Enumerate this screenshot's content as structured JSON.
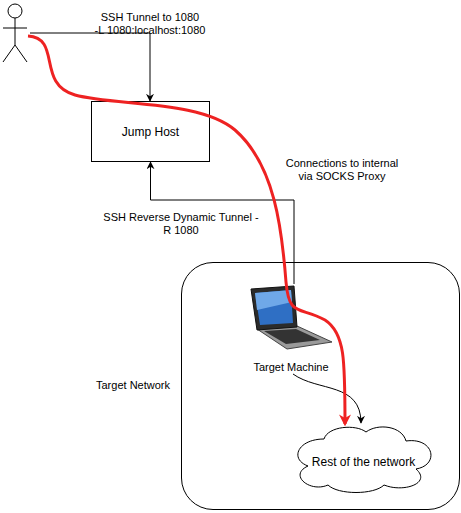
{
  "diagram": {
    "nodes": [
      {
        "text": [
          "Jump Host"
        ]
      },
      {
        "text": [
          "Target Network"
        ]
      },
      {
        "text": [
          "Target Machine"
        ],
        "in": 1
      },
      {
        "text": [
          "Rest of the network"
        ],
        "in": 1
      }
    ],
    "edges": [
      {
        "from": 2,
        "to": 0,
        "arrow": "to",
        "label": "SSH Reverse Dynamic Tunnel -R 1080"
      },
      {
        "from": 2,
        "to": 3,
        "arrow": "to"
      }
    ],
    "labels": [
      "SSH Tunnel to 1080",
      "-L 1080:localhost:1080",
      "Connections to internal via SOCKS Proxy"
    ]
  }
}
